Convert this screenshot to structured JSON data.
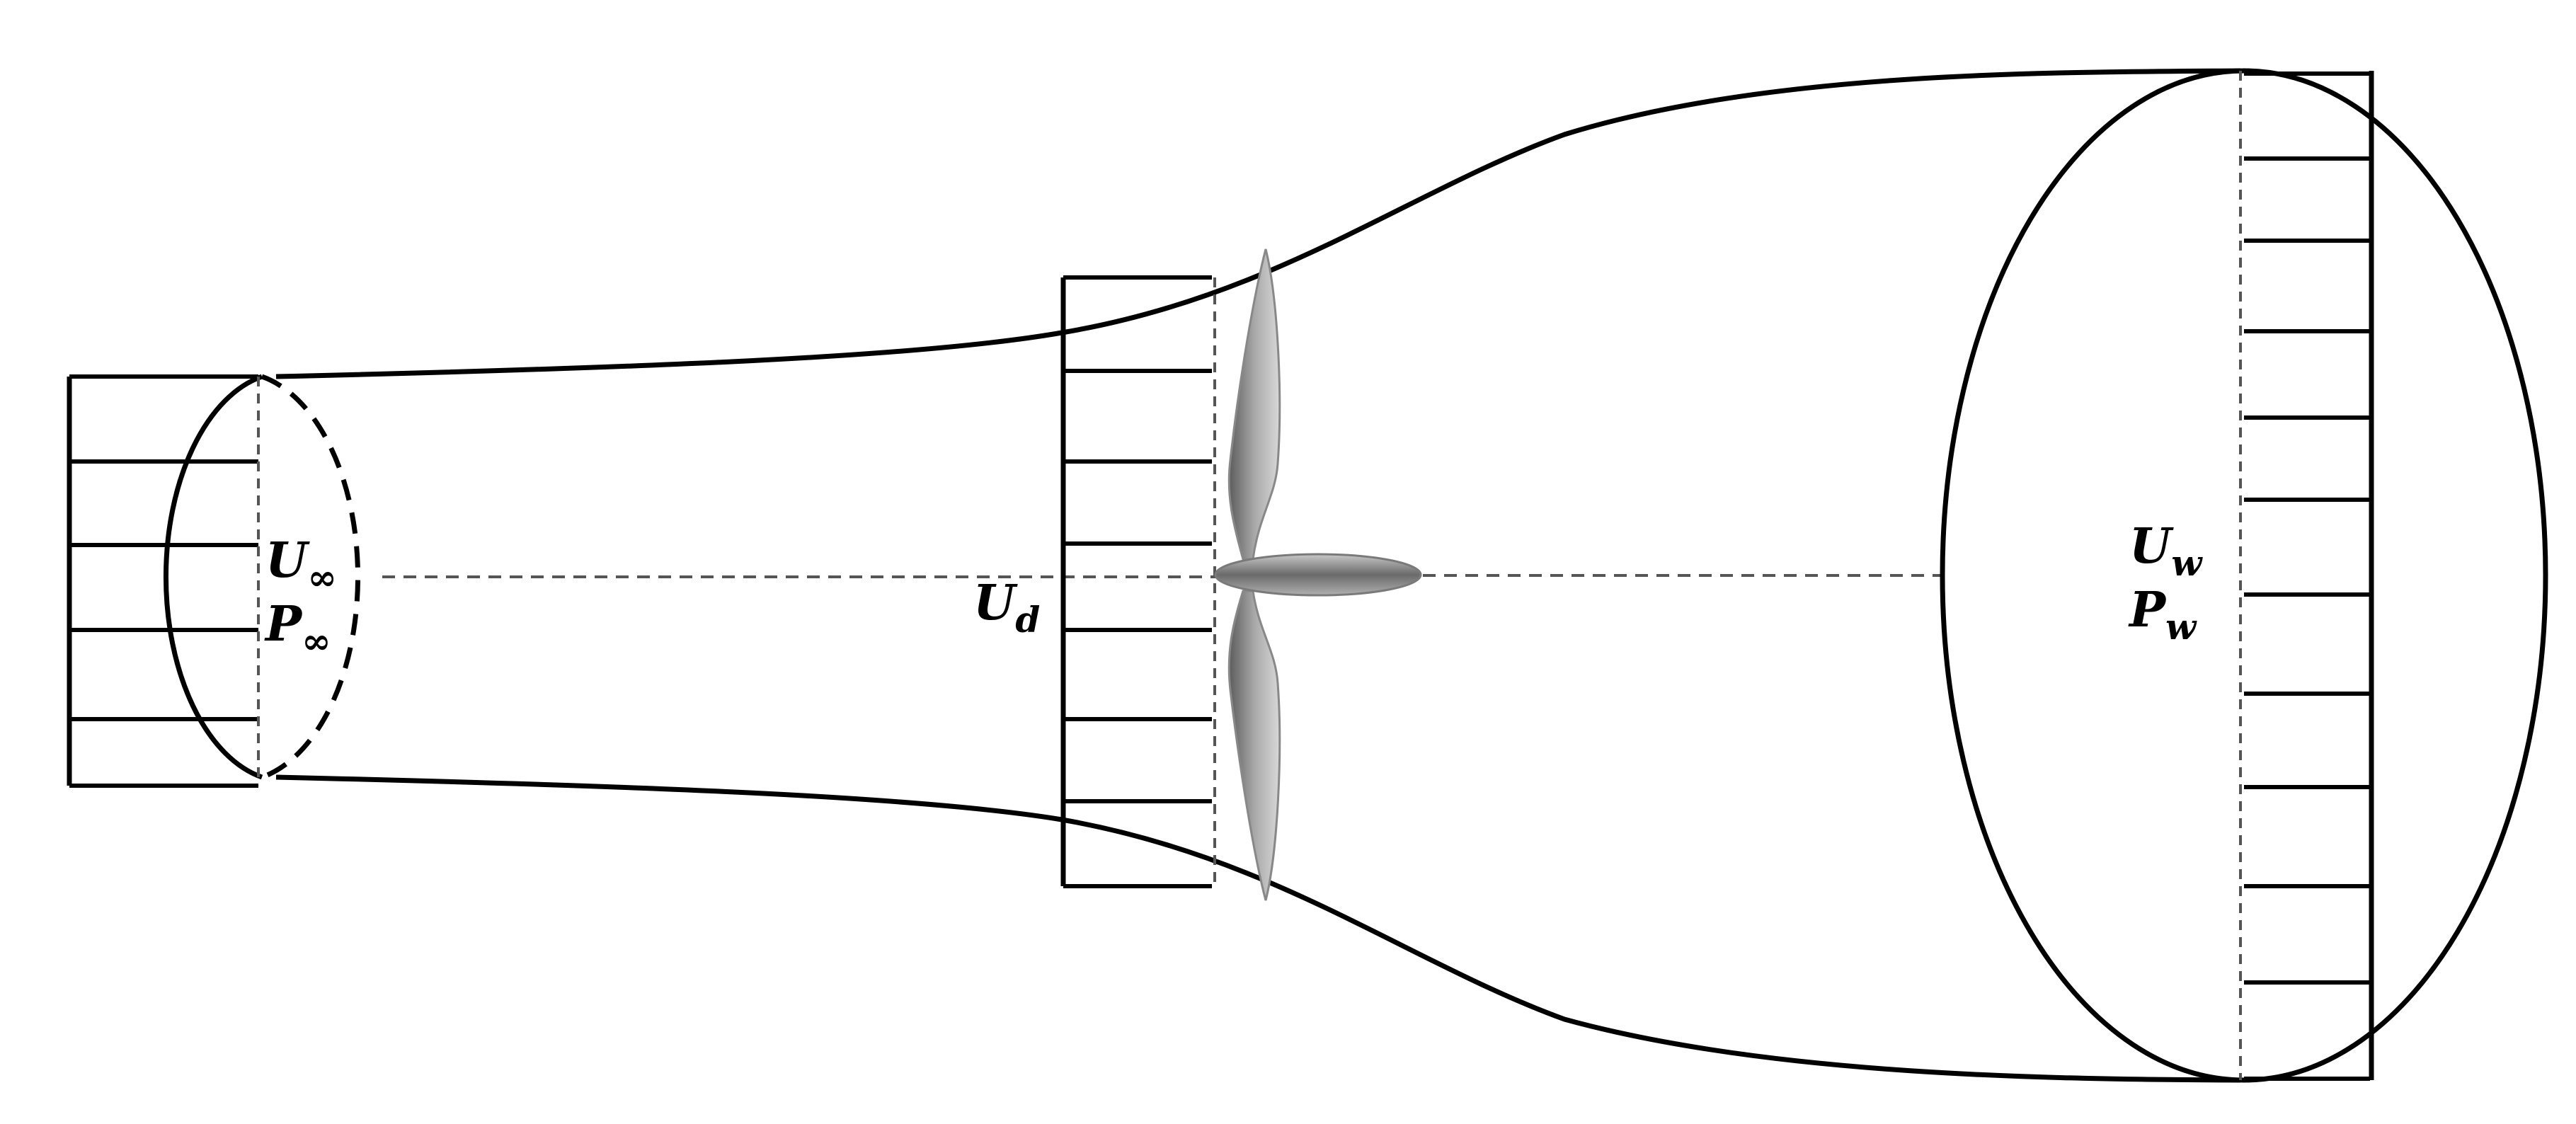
{
  "labels": {
    "inflow": {
      "u_main": "U",
      "u_sub": "∞",
      "p_main": "P",
      "p_sub": "∞"
    },
    "disk": {
      "u_main": "U",
      "u_sub": "d"
    },
    "wake": {
      "u_main": "U",
      "u_sub": "w",
      "p_main": "P",
      "p_sub": "w"
    }
  },
  "colors": {
    "ink": "#000000",
    "dash": "#555555",
    "rotor_dark": "#6e6e6e",
    "rotor_light": "#d2d2d2"
  },
  "icons": {
    "rotor": "wind-turbine-rotor-icon"
  }
}
